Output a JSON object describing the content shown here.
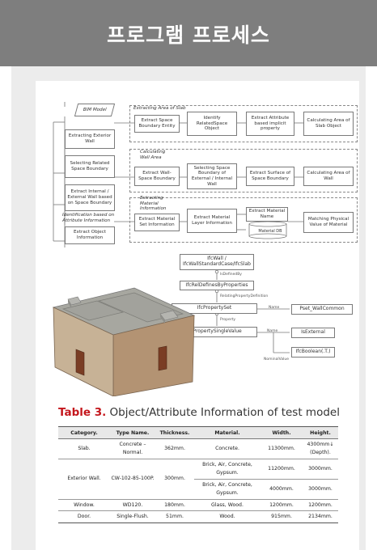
{
  "header": {
    "title": "프로그램 프로세스"
  },
  "flowchart": {
    "bim_model": "BIM Model",
    "left_column": [
      "Extracting Exterior Wall",
      "Selecting Related Space Boundary",
      "Extract Internal / External Wall based on Space Boundary",
      "Identification based on Attribute Information",
      "Extract Object Information"
    ],
    "row_slab": {
      "label": "Extracting Area of Slab",
      "steps": [
        "Extract Space Boundary Entity",
        "Identify RelatedSpace Object",
        "Extract Attribute based implicit property",
        "Calculating Area of Slab Object"
      ]
    },
    "row_wall": {
      "label": "Calculating Wall Area",
      "steps": [
        "Extract Wall-Space Boundary",
        "Selecting Space Boundary of External / Internal Wall",
        "Extract Surface of Space Boundary",
        "Calculating Area of Wall"
      ]
    },
    "row_material": {
      "label": "Extracting Material Information",
      "steps": [
        "Extract Material Set Information",
        "Extract Material Layer Information",
        "Extract Material Name",
        "Material DB",
        "Matching Physical Value of Material"
      ]
    }
  },
  "ifc": {
    "wall": "IfcWall / IfcWallStandardCase/IfcSlab",
    "rel_defined_by": "IsDefinedBy",
    "defines_by_properties": "IfcRelDefinesByProperties",
    "rel_property_definition": "RelatingPropertyDefinition",
    "property_set": "IfcPropertySet",
    "rel_property": "Property",
    "single_value": "IfcPropertySingleValue",
    "name_1": "Name",
    "pset": "Pset_WallCommon",
    "name_2": "Name",
    "is_external": "IsExternal",
    "nominal_value": "NominalValue",
    "boolean": "IfcBoolean(.T.)"
  },
  "table": {
    "label": "Table 3.",
    "title": "Object/Attribute Information of test model",
    "headers": [
      "Category.",
      "Type Name.",
      "Thickness.",
      "Material.",
      "Width.",
      "Height."
    ],
    "slab": {
      "category": "Slab.",
      "type": "Concrete – Normal.",
      "thickness": "362mm.",
      "material": "Concrete.",
      "width": "11300mm.",
      "height": "4300mm↓ (Depth)."
    },
    "exterior_wall": {
      "category": "Exterior Wall.",
      "type": "CW-102-85-100P.",
      "thickness": "300mm.",
      "row1": {
        "material": "Brick, Air, Concrete, Gypsum.",
        "width": "11200mm.",
        "height": "3000mm."
      },
      "row2": {
        "material": "Brick, Air, Concrete, Gypsum.",
        "width": "4000mm.",
        "height": "3000mm."
      }
    },
    "window": {
      "category": "Window.",
      "type": "WD120.",
      "thickness": "180mm.",
      "material": "Glass, Wood.",
      "width": "1200mm.",
      "height": "1200mm."
    },
    "door": {
      "category": "Door.",
      "type": "Single-Flush.",
      "thickness": "51mm.",
      "material": "Wood.",
      "width": "915mm.",
      "height": "2134mm."
    }
  }
}
